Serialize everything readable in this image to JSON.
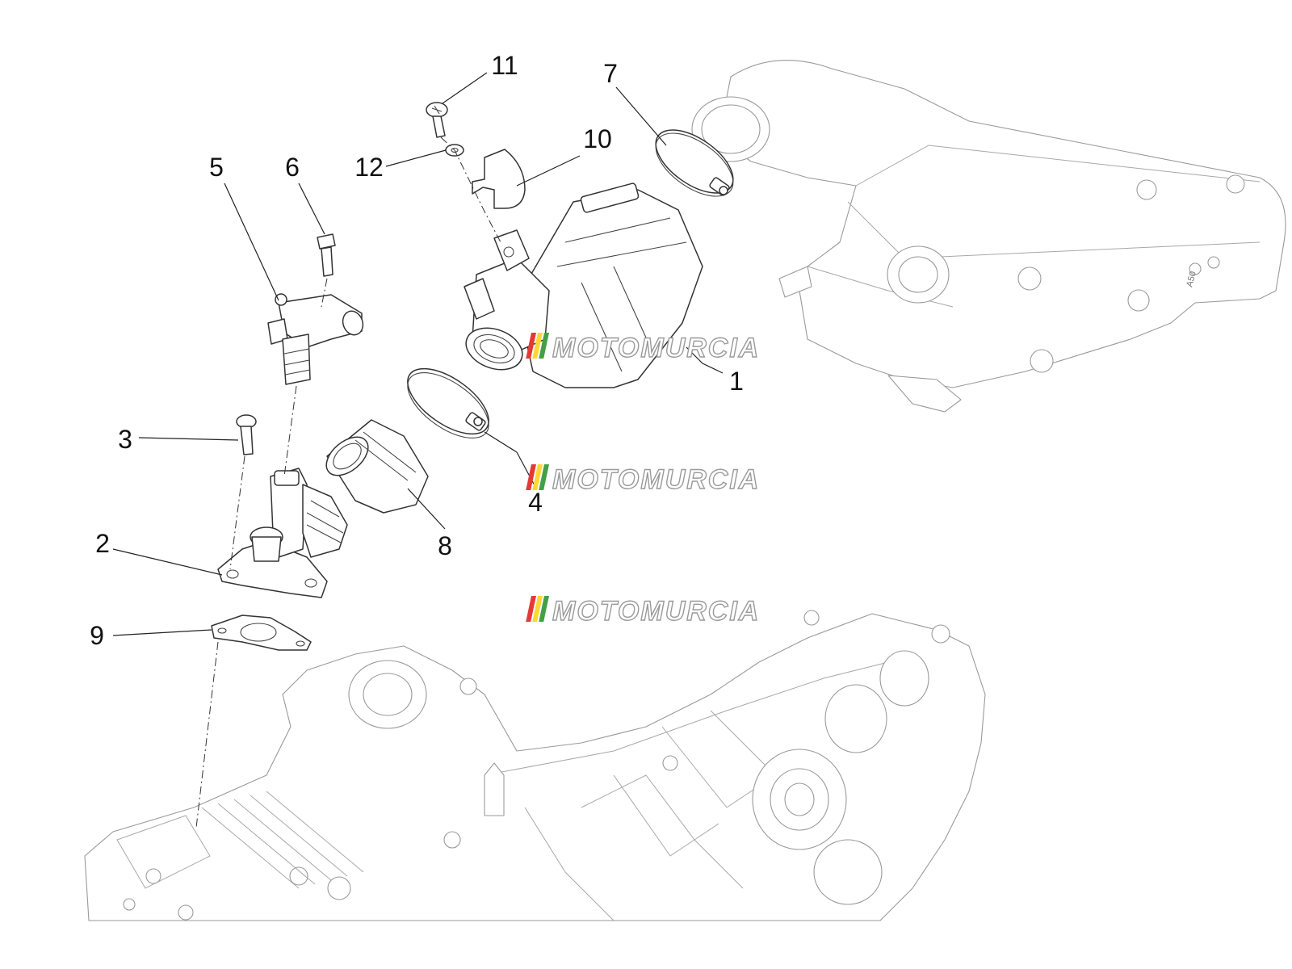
{
  "diagram": {
    "callouts": [
      {
        "id": "1",
        "text": "1"
      },
      {
        "id": "2",
        "text": "2"
      },
      {
        "id": "3",
        "text": "3"
      },
      {
        "id": "4",
        "text": "4"
      },
      {
        "id": "5",
        "text": "5"
      },
      {
        "id": "6",
        "text": "6"
      },
      {
        "id": "7",
        "text": "7"
      },
      {
        "id": "8",
        "text": "8"
      },
      {
        "id": "9",
        "text": "9"
      },
      {
        "id": "10",
        "text": "10"
      },
      {
        "id": "11",
        "text": "11"
      },
      {
        "id": "12",
        "text": "12"
      }
    ],
    "watermark": {
      "text": "MOTOMURCIA",
      "stripe_colors": [
        "#e53935",
        "#fdd835",
        "#43a047"
      ]
    },
    "housing_label": "A50"
  }
}
